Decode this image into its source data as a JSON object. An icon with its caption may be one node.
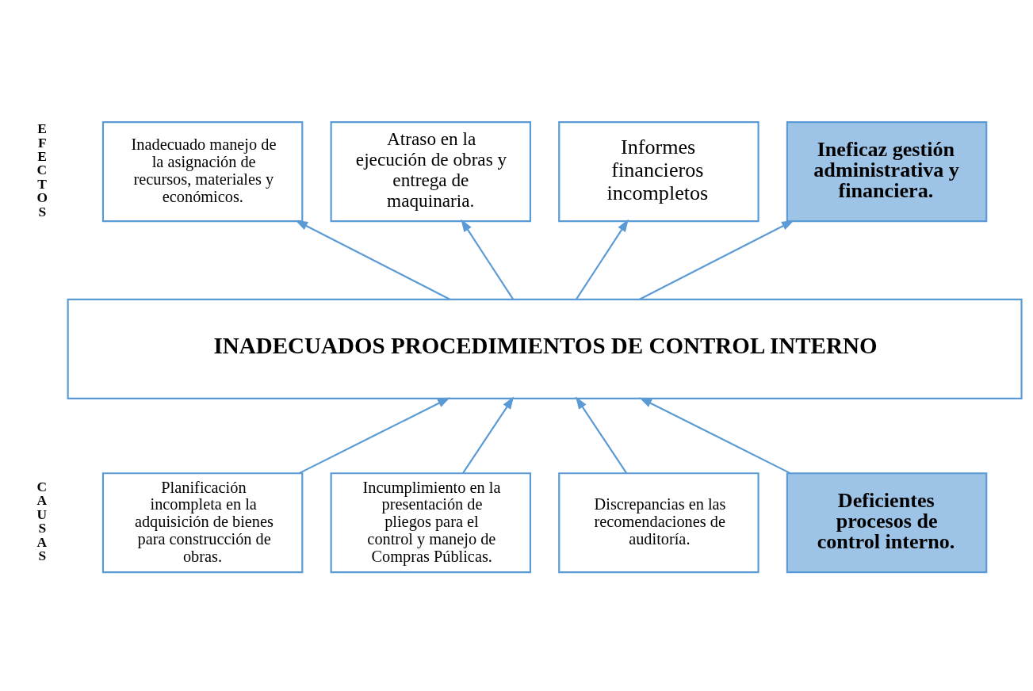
{
  "diagram": {
    "nodes": [
      {
        "text": [
          "Inadecuado manejo de la asignación de recursos, materiales y económicos."
        ]
      },
      {
        "text": [
          "Atraso en la ejecución de obras y entrega de maquinaria."
        ]
      },
      {
        "text": [
          "Informes financieros incompletos"
        ]
      },
      {
        "text": [
          "Ineficaz gestión administrativa y financiera."
        ]
      },
      {
        "text": [
          "INADECUADOS PROCEDIMIENTOS DE CONTROL INTERNO"
        ]
      },
      {
        "text": [
          "Planificación incompleta en la adquisición de bienes para construcción de obras."
        ]
      },
      {
        "text": [
          "Incumplimiento en la presentación de pliegos para el control y manejo de Compras Públicas."
        ]
      },
      {
        "text": [
          "Discrepancias en las recomendaciones de auditoría."
        ]
      },
      {
        "text": [
          "Deficientes procesos de control interno."
        ]
      }
    ],
    "edges": [
      {
        "from": 4,
        "to": 0,
        "arrow": "to"
      },
      {
        "from": 4,
        "to": 1,
        "arrow": "to"
      },
      {
        "from": 4,
        "to": 2,
        "arrow": "to"
      },
      {
        "from": 4,
        "to": 3,
        "arrow": "to"
      },
      {
        "from": 5,
        "to": 4,
        "arrow": "to"
      },
      {
        "from": 6,
        "to": 4,
        "arrow": "to"
      },
      {
        "from": 7,
        "to": 4,
        "arrow": "to"
      },
      {
        "from": 8,
        "to": 4,
        "arrow": "to"
      }
    ],
    "labels": [
      "EFECTOS",
      "CAUSAS"
    ]
  }
}
